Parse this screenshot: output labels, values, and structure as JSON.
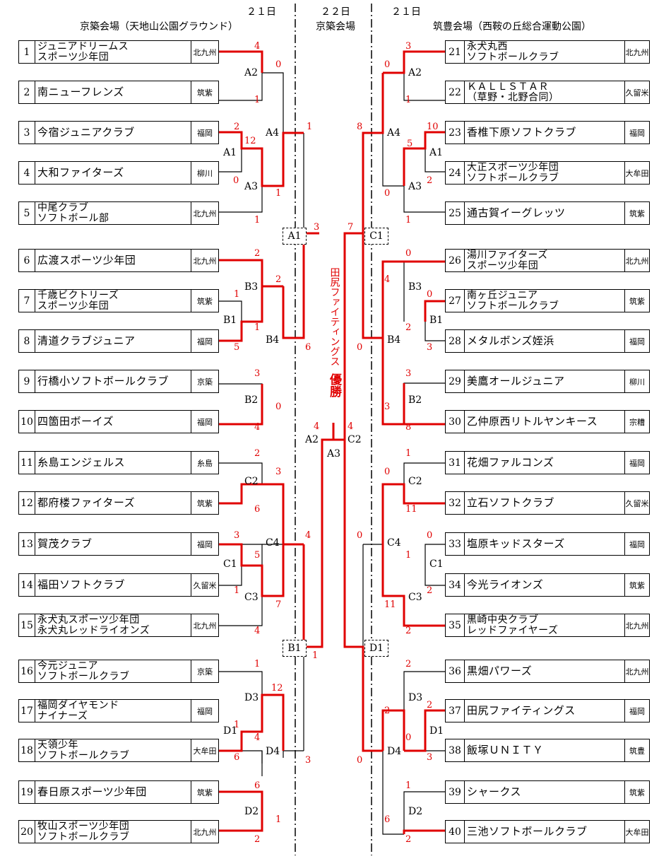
{
  "headers": {
    "left_day": "２１日",
    "center_day": "２２日",
    "right_day": "２１日",
    "left_venue": "京築会場（天地山公園グラウンド）",
    "center_venue": "京築会場",
    "right_venue": "筑豊会場（西鞍の丘総合運動公園）"
  },
  "teams_left": [
    {
      "num": "1",
      "name": "ジュニアドリームス\nスポーツ少年団",
      "region": "北九州"
    },
    {
      "num": "2",
      "name": "南ニューフレンズ",
      "region": "筑紫"
    },
    {
      "num": "3",
      "name": "今宿ジュニアクラブ",
      "region": "福岡"
    },
    {
      "num": "4",
      "name": "大和ファイターズ",
      "region": "柳川"
    },
    {
      "num": "5",
      "name": "中尾クラブ\nソフトボール部",
      "region": "北九州"
    },
    {
      "num": "6",
      "name": "広渡スポーツ少年団",
      "region": "北九州"
    },
    {
      "num": "7",
      "name": "千歳ビクトリーズ\nスポーツ少年団",
      "region": "筑紫"
    },
    {
      "num": "8",
      "name": "清道クラブジュニア",
      "region": "福岡"
    },
    {
      "num": "9",
      "name": "行橋小ソフトボールクラブ",
      "region": "京築"
    },
    {
      "num": "10",
      "name": "四箇田ボーイズ",
      "region": "福岡"
    },
    {
      "num": "11",
      "name": "糸島エンジェルス",
      "region": "糸島"
    },
    {
      "num": "12",
      "name": "都府楼ファイターズ",
      "region": "筑紫"
    },
    {
      "num": "13",
      "name": "賀茂クラブ",
      "region": "福岡"
    },
    {
      "num": "14",
      "name": "福田ソフトクラブ",
      "region": "久留米"
    },
    {
      "num": "15",
      "name": "永犬丸スポーツ少年団\n永犬丸レッドライオンズ",
      "region": "北九州"
    },
    {
      "num": "16",
      "name": "今元ジュニア\nソフトボールクラブ",
      "region": "京築"
    },
    {
      "num": "17",
      "name": "福岡ダイヤモンド\nナイナーズ",
      "region": "福岡"
    },
    {
      "num": "18",
      "name": "天領少年\nソフトボールクラブ",
      "region": "大牟田"
    },
    {
      "num": "19",
      "name": "春日原スポーツ少年団",
      "region": "筑紫"
    },
    {
      "num": "20",
      "name": "牧山スポーツ少年団\nソフトボールクラブ",
      "region": "北九州"
    }
  ],
  "teams_right": [
    {
      "num": "21",
      "name": "永犬丸西\nソフトボールクラブ",
      "region": "北九州"
    },
    {
      "num": "22",
      "name": "ＫＡＬＬＳＴＡＲ\n（草野・北野合同）",
      "region": "久留米"
    },
    {
      "num": "23",
      "name": "香椎下原ソフトクラブ",
      "region": "福岡"
    },
    {
      "num": "24",
      "name": "大正スポーツ少年団\nソフトボールクラブ",
      "region": "大牟田"
    },
    {
      "num": "25",
      "name": "通古賀イーグレッツ",
      "region": "筑紫"
    },
    {
      "num": "26",
      "name": "湯川ファイターズ\nスポーツ少年団",
      "region": "北九州"
    },
    {
      "num": "27",
      "name": "南ヶ丘ジュニア\nソフトボールクラブ",
      "region": "筑紫"
    },
    {
      "num": "28",
      "name": "メタルボンズ姪浜",
      "region": "福岡"
    },
    {
      "num": "29",
      "name": "美鷹オールジュニア",
      "region": "柳川"
    },
    {
      "num": "30",
      "name": "乙仲原西リトルヤンキース",
      "region": "宗糟"
    },
    {
      "num": "31",
      "name": "花畑ファルコンズ",
      "region": "福岡"
    },
    {
      "num": "32",
      "name": "立石ソフトクラブ",
      "region": "久留米"
    },
    {
      "num": "33",
      "name": "塩原キッドスターズ",
      "region": "福岡"
    },
    {
      "num": "34",
      "name": "今光ライオンズ",
      "region": "筑紫"
    },
    {
      "num": "35",
      "name": "黒崎中央クラブ\nレッドファイヤーズ",
      "region": "北九州"
    },
    {
      "num": "36",
      "name": "黒畑パワーズ",
      "region": "北九州"
    },
    {
      "num": "37",
      "name": "田尻ファイティングス",
      "region": "福岡"
    },
    {
      "num": "38",
      "name": "飯塚ＵＮＩＴＹ",
      "region": "筑豊"
    },
    {
      "num": "39",
      "name": "シャークス",
      "region": "筑紫"
    },
    {
      "num": "40",
      "name": "三池ソフトボールクラブ",
      "region": "大牟田"
    }
  ],
  "match_labels": {
    "A2L": "A2",
    "A1L": "A1",
    "A3L": "A3",
    "A4L": "A4",
    "B3L": "B3",
    "B1L": "B1",
    "B4L": "B4",
    "B2L": "B2",
    "C2L": "C2",
    "C1L": "C1",
    "C3L": "C3",
    "C4L": "C4",
    "D3L": "D3",
    "D1L": "D1",
    "D4L": "D4",
    "D2L": "D2",
    "A2R": "A2",
    "A1R": "A1",
    "A3R": "A3",
    "A4R": "A4",
    "B3R": "B3",
    "B1R": "B1",
    "B4R": "B4",
    "B2R": "B2",
    "C2R": "C2",
    "C1R": "C1",
    "C3R": "C3",
    "C4R": "C4",
    "D3R": "D3",
    "D1R": "D1",
    "D4R": "D4",
    "D2R": "D2",
    "A1S": "A1",
    "B1S": "B1",
    "C1S": "C1",
    "D1S": "D1",
    "A2F": "A2",
    "C2F": "C2",
    "A3F": "A3"
  },
  "champion": {
    "team": "田尻ファイティングス",
    "label": "優勝"
  },
  "scores": [
    {
      "id": "s1",
      "v": "4"
    },
    {
      "id": "s2",
      "v": "0"
    },
    {
      "id": "s3",
      "v": "1"
    },
    {
      "id": "s4",
      "v": "2"
    },
    {
      "id": "s5",
      "v": "12"
    },
    {
      "id": "s6",
      "v": "0"
    },
    {
      "id": "s7",
      "v": "1"
    },
    {
      "id": "s8",
      "v": "1"
    },
    {
      "id": "s9",
      "v": "1"
    },
    {
      "id": "s10",
      "v": "2"
    },
    {
      "id": "s11",
      "v": "2"
    },
    {
      "id": "s12",
      "v": "1"
    },
    {
      "id": "s13",
      "v": "1"
    },
    {
      "id": "s14",
      "v": "5"
    },
    {
      "id": "s15",
      "v": "3"
    },
    {
      "id": "s16",
      "v": "0"
    },
    {
      "id": "s17",
      "v": "4"
    },
    {
      "id": "s18",
      "v": "6"
    },
    {
      "id": "s19",
      "v": "2"
    },
    {
      "id": "s20",
      "v": "3"
    },
    {
      "id": "s21",
      "v": "6"
    },
    {
      "id": "s22",
      "v": "3"
    },
    {
      "id": "s23",
      "v": "5"
    },
    {
      "id": "s24",
      "v": "1"
    },
    {
      "id": "s25",
      "v": "7"
    },
    {
      "id": "s26",
      "v": "4"
    },
    {
      "id": "s27",
      "v": "4"
    },
    {
      "id": "s28",
      "v": "1"
    },
    {
      "id": "s29",
      "v": "12"
    },
    {
      "id": "s30",
      "v": "1"
    },
    {
      "id": "s31",
      "v": "4"
    },
    {
      "id": "s32",
      "v": "6"
    },
    {
      "id": "s33",
      "v": "1"
    },
    {
      "id": "s34",
      "v": "3"
    },
    {
      "id": "s35",
      "v": "6"
    },
    {
      "id": "s36",
      "v": "1"
    },
    {
      "id": "s37",
      "v": "2"
    },
    {
      "id": "s38",
      "v": "3"
    },
    {
      "id": "s39",
      "v": "4"
    },
    {
      "id": "r1",
      "v": "4"
    },
    {
      "id": "r2",
      "v": "3"
    },
    {
      "id": "r3",
      "v": "0"
    },
    {
      "id": "r4",
      "v": "1"
    },
    {
      "id": "r5",
      "v": "8"
    },
    {
      "id": "r6",
      "v": "10"
    },
    {
      "id": "r7",
      "v": "5"
    },
    {
      "id": "r8",
      "v": "2"
    },
    {
      "id": "r9",
      "v": "0"
    },
    {
      "id": "r10",
      "v": "1"
    },
    {
      "id": "r11",
      "v": "7"
    },
    {
      "id": "r12",
      "v": "0"
    },
    {
      "id": "r13",
      "v": "4"
    },
    {
      "id": "r14",
      "v": "0"
    },
    {
      "id": "r15",
      "v": "2"
    },
    {
      "id": "r16",
      "v": "3"
    },
    {
      "id": "r17",
      "v": "0"
    },
    {
      "id": "r18",
      "v": "3"
    },
    {
      "id": "r19",
      "v": "3"
    },
    {
      "id": "r20",
      "v": "8"
    },
    {
      "id": "r21",
      "v": "1"
    },
    {
      "id": "r22",
      "v": "0"
    },
    {
      "id": "r23",
      "v": "11"
    },
    {
      "id": "r24",
      "v": "0"
    },
    {
      "id": "r25",
      "v": "1"
    },
    {
      "id": "r26",
      "v": "2"
    },
    {
      "id": "r27",
      "v": "11"
    },
    {
      "id": "r28",
      "v": "2"
    },
    {
      "id": "r29",
      "v": "0"
    },
    {
      "id": "r30",
      "v": "2"
    },
    {
      "id": "r31",
      "v": "2"
    },
    {
      "id": "r32",
      "v": "2"
    },
    {
      "id": "r33",
      "v": "0"
    },
    {
      "id": "r34",
      "v": "3"
    },
    {
      "id": "r35",
      "v": "0"
    },
    {
      "id": "r36",
      "v": "1"
    },
    {
      "id": "r37",
      "v": "6"
    },
    {
      "id": "r38",
      "v": "2"
    }
  ]
}
